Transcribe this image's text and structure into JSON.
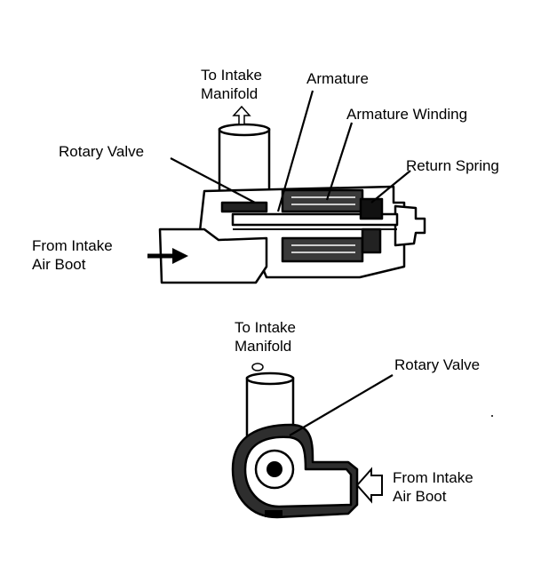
{
  "top_view": {
    "to_intake_manifold": [
      "To Intake",
      "Manifold"
    ],
    "armature": "Armature",
    "armature_winding": "Armature Winding",
    "rotary_valve": "Rotary Valve",
    "return_spring": "Return Spring",
    "from_intake_air_boot": [
      "From Intake",
      "Air Boot"
    ]
  },
  "bottom_view": {
    "to_intake_manifold": [
      "To Intake",
      "Manifold"
    ],
    "rotary_valve": "Rotary Valve",
    "from_intake_air_boot": [
      "From Intake",
      "Air Boot"
    ]
  },
  "colors": {
    "ink": "#000000",
    "paper": "#ffffff",
    "shade": "#3a3a3a"
  }
}
